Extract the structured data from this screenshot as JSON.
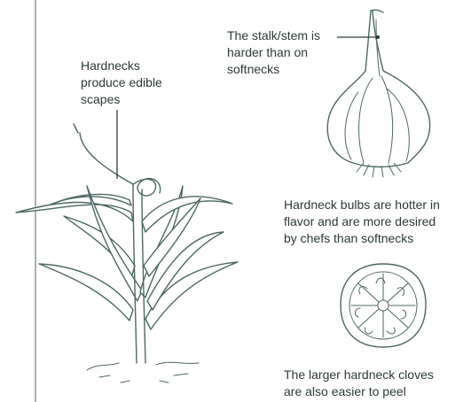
{
  "labels": {
    "scapes": [
      "Hardnecks",
      "produce edible",
      "scapes"
    ],
    "stalk": [
      "The stalk/stem is",
      "harder than on",
      "softnecks"
    ],
    "flavor": [
      "Hardneck bulbs are hotter in",
      "flavor and are more desired",
      "by chefs than softnecks"
    ],
    "cloves": [
      "The larger hardneck cloves",
      "are also easier to peel"
    ]
  },
  "colors": {
    "ink": "#4b6863",
    "text": "#2a3a38",
    "background": "#ffffff"
  }
}
